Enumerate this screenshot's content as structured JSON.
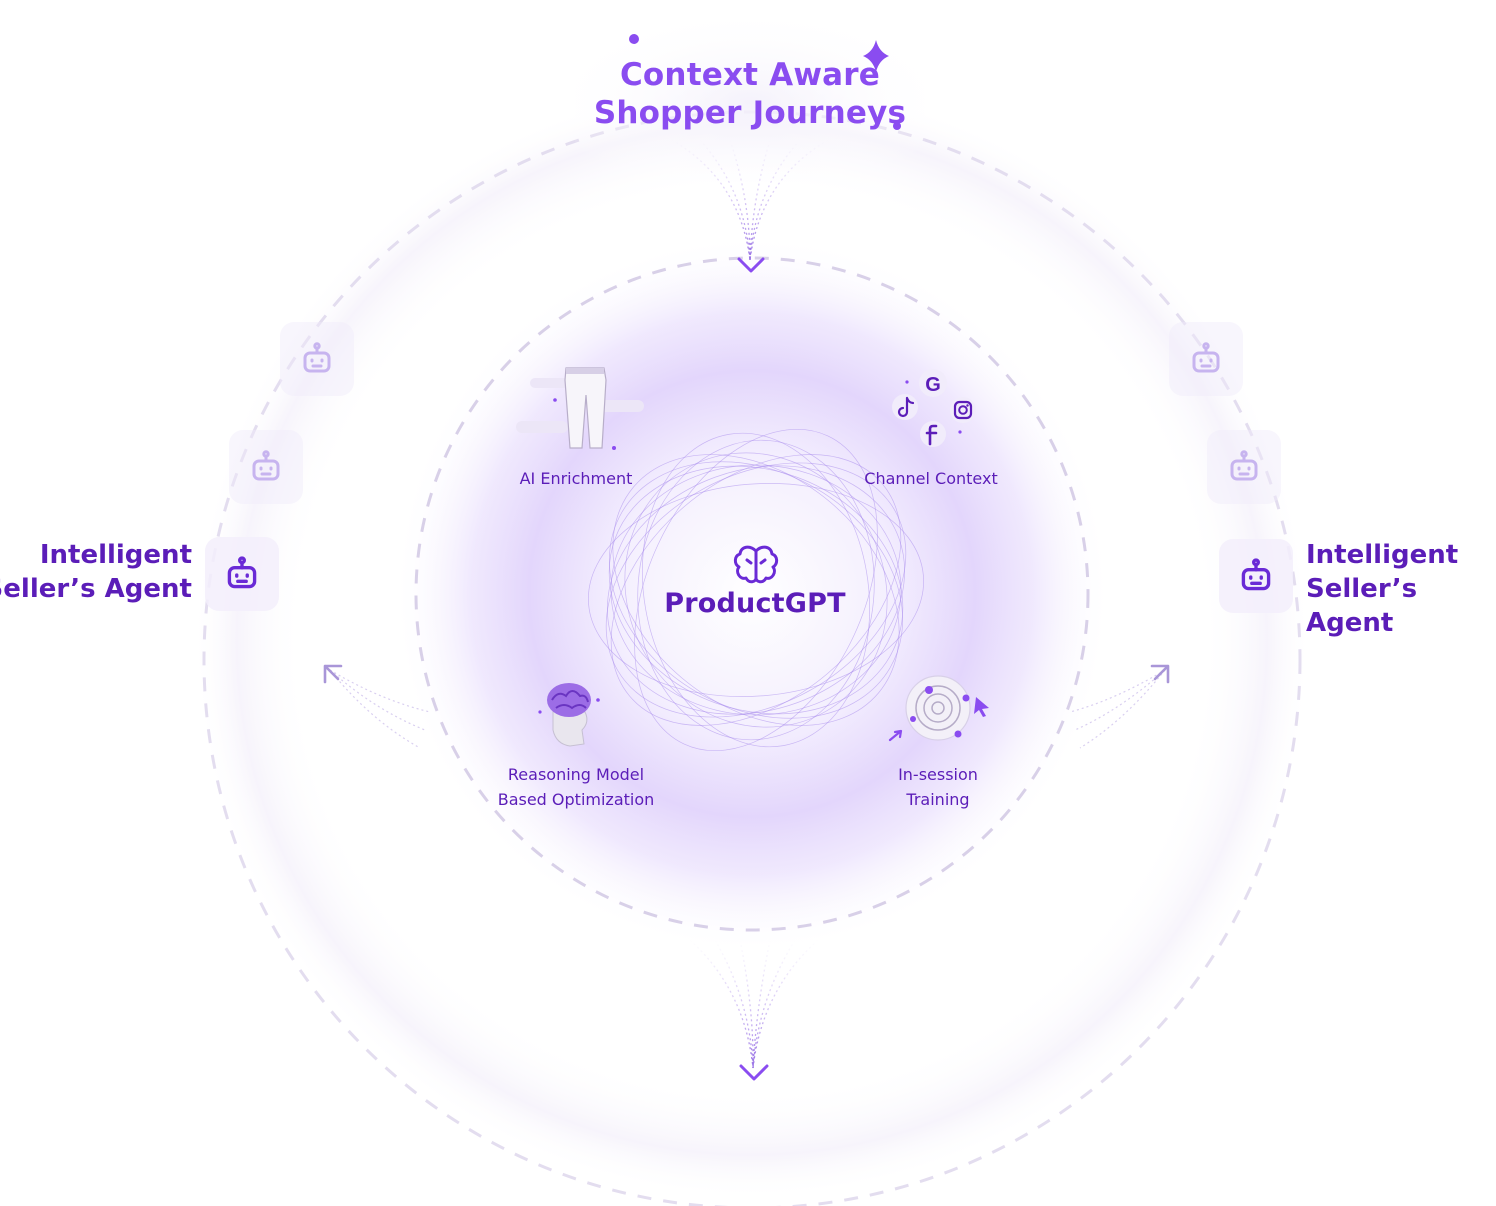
{
  "top": {
    "line1": "Context Aware",
    "line2": "Shopper Journeys"
  },
  "center": {
    "title": "ProductGPT",
    "icon": "brain-icon"
  },
  "features": {
    "ai_enrichment": {
      "label": "AI Enrichment",
      "icon": "jeans-icon"
    },
    "channel_context": {
      "label": "Channel Context",
      "icons": [
        "google-icon",
        "tiktok-icon",
        "instagram-icon",
        "facebook-icon"
      ]
    },
    "reasoning": {
      "line1": "Reasoning Model",
      "line2": "Based Optimization",
      "icon": "brain-head-icon"
    },
    "in_session": {
      "line1": "In-session",
      "line2": "Training",
      "icon": "target-icon"
    }
  },
  "agents": {
    "left": {
      "line1": "Intelligent",
      "line2": "Seller’s Agent",
      "icon": "robot-icon"
    },
    "right": {
      "line1": "Intelligent",
      "line2": "Seller’s Agent",
      "icon": "robot-icon"
    }
  },
  "colors": {
    "primary": "#5b1db8",
    "accent": "#8a4cf0",
    "dash": "#d9d2ea",
    "glow": "#c9b4f7"
  }
}
